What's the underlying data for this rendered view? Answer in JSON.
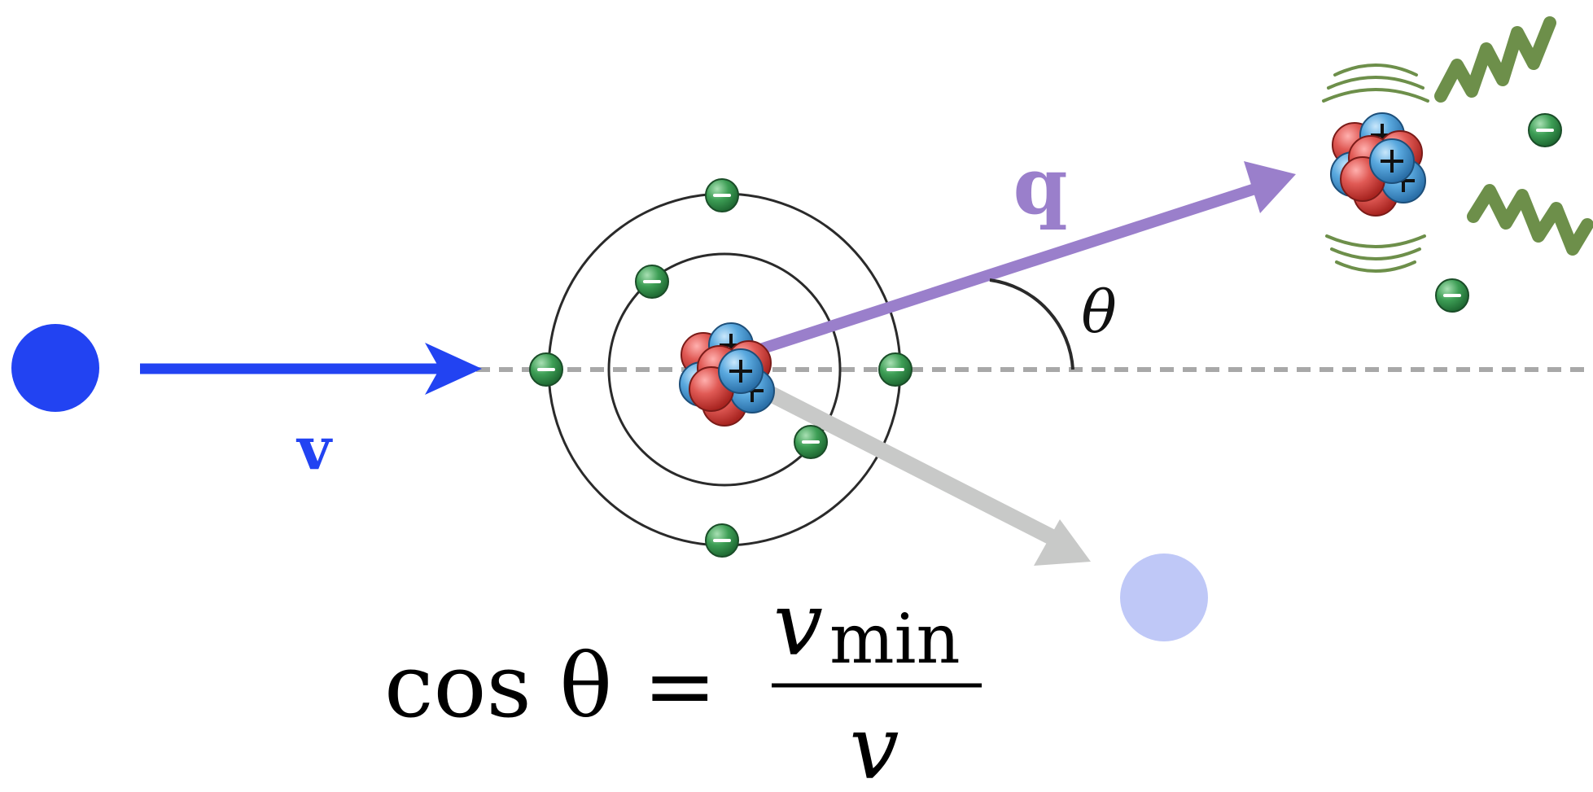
{
  "labels": {
    "velocity": "v",
    "momentum_transfer": "q",
    "angle": "θ"
  },
  "equation": {
    "lhs": "cos θ",
    "equals": "=",
    "numerator_var": "v",
    "numerator_sub": "min",
    "denominator": "v"
  },
  "colors": {
    "incoming_particle": "#2243f2",
    "outgoing_particle": "#bfc8f7",
    "q_arrow": "#9a7fcb",
    "scattered_arrow": "#c8c9c8",
    "proton": "#d9534f",
    "neutron_blue": "#4a9ad6",
    "electron": "#3d9e55",
    "photon_wave": "#6d8f4a",
    "dashed_line": "#a8a8a8"
  },
  "icons": {
    "electron": "minus-sign",
    "proton": "plus-sign"
  }
}
